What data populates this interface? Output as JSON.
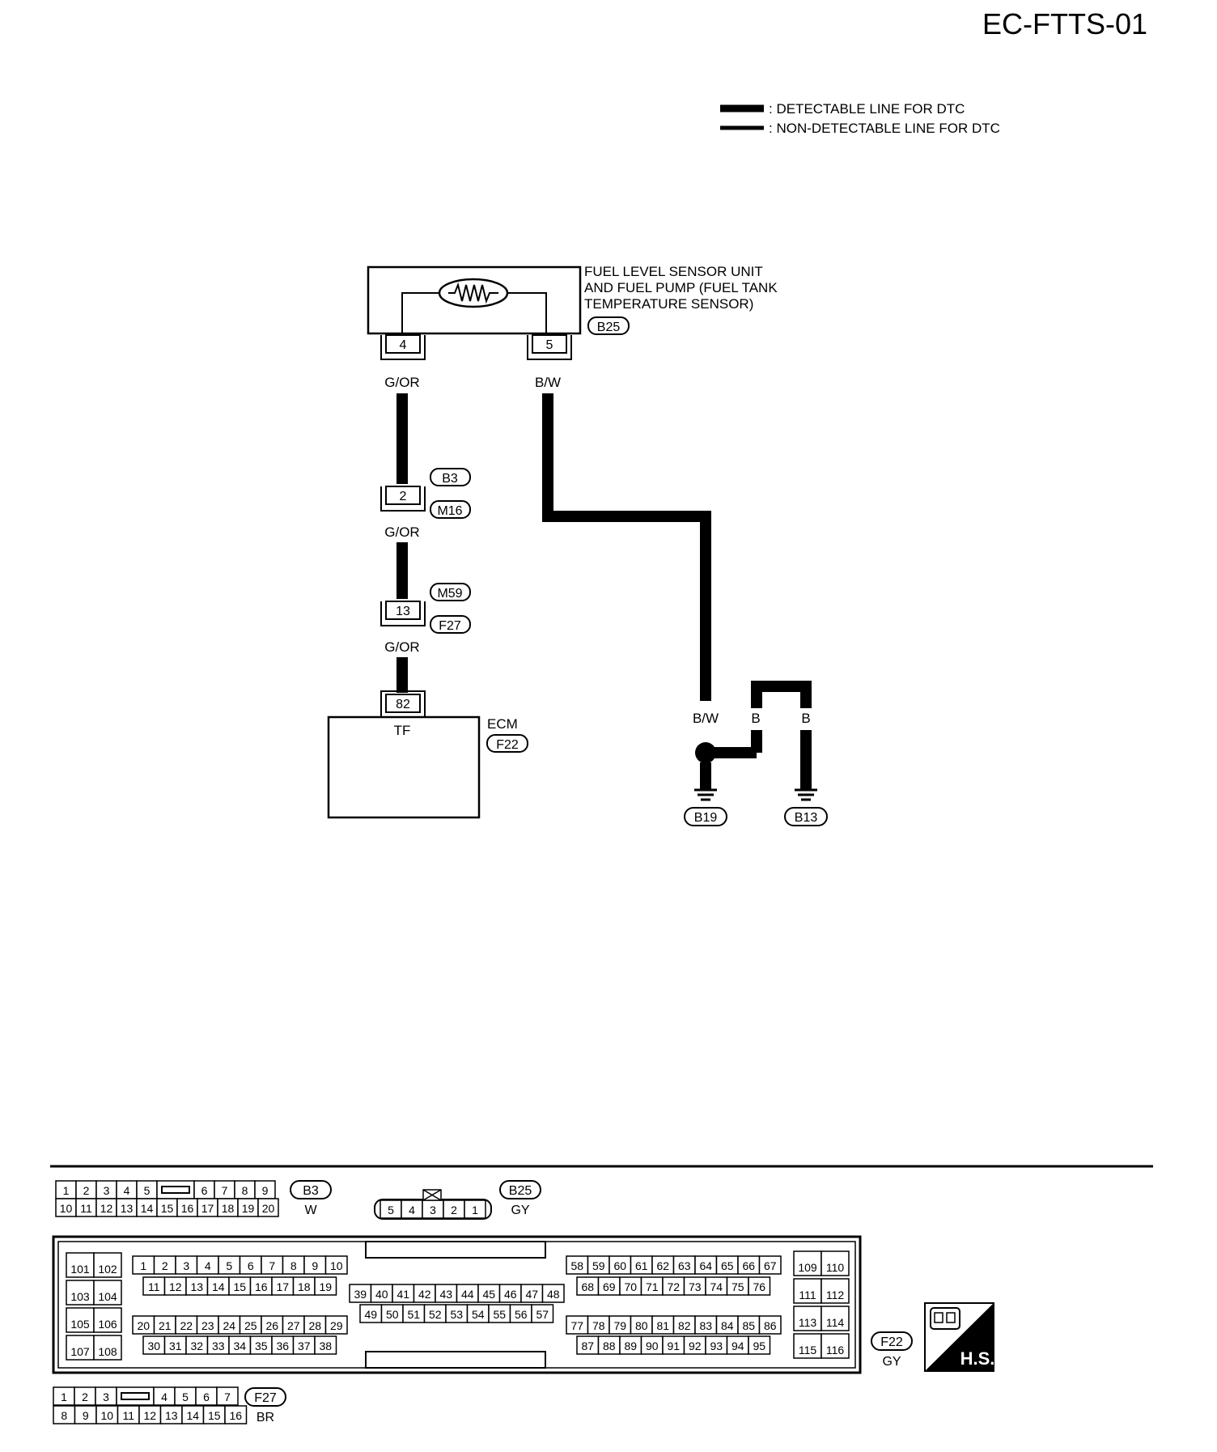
{
  "page_code": "EC-FTTS-01",
  "legend": {
    "detectable": ": DETECTABLE LINE FOR DTC",
    "non_detectable": ": NON-DETECTABLE LINE FOR DTC"
  },
  "sensor": {
    "label_lines": [
      "FUEL LEVEL SENSOR UNIT",
      "AND FUEL PUMP (FUEL TANK",
      "TEMPERATURE SENSOR)"
    ],
    "connector_id": "B25",
    "pins": [
      "4",
      "5"
    ]
  },
  "wires": {
    "left_top_color": "G/OR",
    "right_top_color": "B/W",
    "mid1_color": "G/OR",
    "mid2_color": "G/OR",
    "ground_bw": "B/W",
    "ground_b1": "B",
    "ground_b2": "B"
  },
  "joints": {
    "joint1": {
      "pin": "2",
      "ids": [
        "B3",
        "M16"
      ]
    },
    "joint2": {
      "pin": "13",
      "ids": [
        "M59",
        "F27"
      ]
    }
  },
  "ecm": {
    "label": "ECM",
    "connector_id": "F22",
    "pin": "82",
    "terminal": "TF"
  },
  "grounds": [
    "B19",
    "B13"
  ],
  "connector_views": {
    "b3": {
      "id": "B3",
      "color": "W",
      "row1": [
        "1",
        "2",
        "3",
        "4",
        "5",
        "",
        "6",
        "7",
        "8",
        "9"
      ],
      "row2": [
        "10",
        "11",
        "12",
        "13",
        "14",
        "15",
        "16",
        "17",
        "18",
        "19",
        "20"
      ]
    },
    "b25": {
      "id": "B25",
      "color": "GY",
      "pins": [
        "5",
        "4",
        "3",
        "2",
        "1"
      ]
    },
    "f22": {
      "id": "F22",
      "color": "GY",
      "left_block": [
        "101",
        "102",
        "103",
        "104",
        "105",
        "106",
        "107",
        "108"
      ],
      "a_row1": [
        "1",
        "2",
        "3",
        "4",
        "5",
        "6",
        "7",
        "8",
        "9",
        "10"
      ],
      "a_row2": [
        "11",
        "12",
        "13",
        "14",
        "15",
        "16",
        "17",
        "18",
        "19"
      ],
      "b_row1": [
        "20",
        "21",
        "22",
        "23",
        "24",
        "25",
        "26",
        "27",
        "28",
        "29"
      ],
      "b_row2": [
        "30",
        "31",
        "32",
        "33",
        "34",
        "35",
        "36",
        "37",
        "38"
      ],
      "c_row1": [
        "39",
        "40",
        "41",
        "42",
        "43",
        "44",
        "45",
        "46",
        "47",
        "48"
      ],
      "c_row2": [
        "49",
        "50",
        "51",
        "52",
        "53",
        "54",
        "55",
        "56",
        "57"
      ],
      "d_row1": [
        "58",
        "59",
        "60",
        "61",
        "62",
        "63",
        "64",
        "65",
        "66",
        "67"
      ],
      "d_row2": [
        "68",
        "69",
        "70",
        "71",
        "72",
        "73",
        "74",
        "75",
        "76"
      ],
      "e_row1": [
        "77",
        "78",
        "79",
        "80",
        "81",
        "82",
        "83",
        "84",
        "85",
        "86"
      ],
      "e_row2": [
        "87",
        "88",
        "89",
        "90",
        "91",
        "92",
        "93",
        "94",
        "95"
      ],
      "right_block": [
        "109",
        "110",
        "111",
        "112",
        "113",
        "114",
        "115",
        "116"
      ]
    },
    "f27": {
      "id": "F27",
      "color": "BR",
      "row1": [
        "1",
        "2",
        "3",
        "",
        "4",
        "5",
        "6",
        "7"
      ],
      "row2": [
        "8",
        "9",
        "10",
        "11",
        "12",
        "13",
        "14",
        "15",
        "16"
      ]
    }
  },
  "hs_badge": "H.S."
}
